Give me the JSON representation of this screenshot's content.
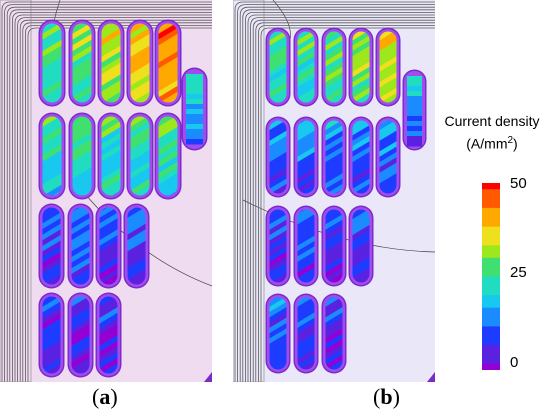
{
  "figure": {
    "panels": [
      {
        "id": "a",
        "label_open": "(",
        "label_letter": "a",
        "label_close": ")",
        "background": "#f0dcf0"
      },
      {
        "id": "b",
        "label_open": "(",
        "label_letter": "b",
        "label_close": ")",
        "background": "#eae8f8"
      }
    ],
    "legend": {
      "title_line1": "Current density",
      "title_line2_prefix": "(A/mm",
      "title_line2_sup": "2",
      "title_line2_suffix": ")",
      "ticks": [
        "50",
        "25",
        "0"
      ],
      "range": [
        0,
        50
      ],
      "colors": [
        "#9400d3",
        "#5a22e0",
        "#1e3cff",
        "#1a8cff",
        "#18c8ee",
        "#20dcc0",
        "#40e070",
        "#9de81c",
        "#eee01c",
        "#ffa800",
        "#ff5a00",
        "#ff0000"
      ]
    },
    "colors": {
      "conductor_outline": "#7a2bc8",
      "conductor_fill": "#a24cf0",
      "winding_lines": "#5a5a5a",
      "corner_accent": "#7a2bc8"
    }
  }
}
